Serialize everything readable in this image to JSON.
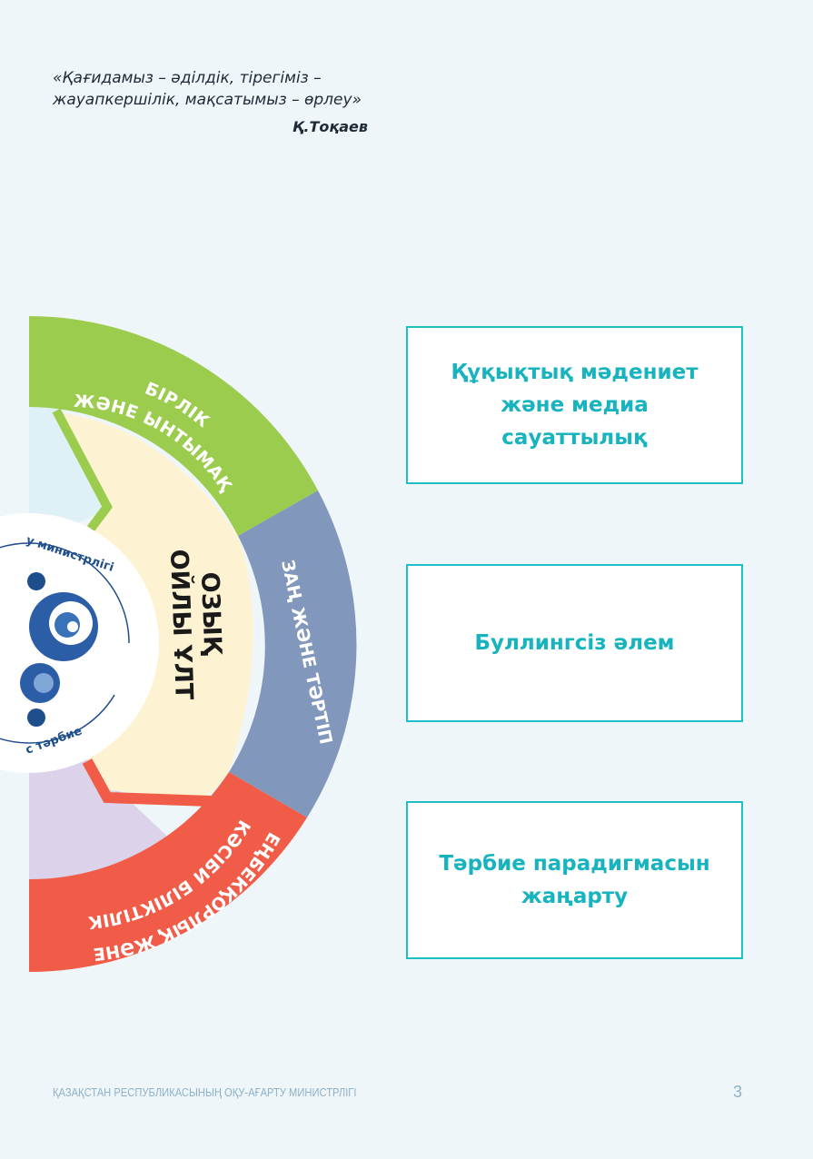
{
  "quote": {
    "line1": "«Қағидамыз  – әділдік, тірегіміз –",
    "line2": "жауапкершілік, мақсатымыз  – өрлеу»",
    "author": "Қ.Тоқаев"
  },
  "wheel": {
    "segment_top_label1": "БІРЛІК",
    "segment_top_label2": "ЖӘНЕ ЫНТЫМАҚ",
    "segment_right_label": "ЗАҢ ЖӘНЕ ТӘРТІП",
    "segment_bottom_label1": "ЕҢБЕКҚОРЛЫҚ ЖӘНЕ",
    "segment_bottom_label2": "КӘСІБИ БІЛІКТІЛІК",
    "center_label1": "ОЗЫҚ",
    "center_label2": "ОЙЛЫ ҰЛТ",
    "logo_text_top": "у министрлігі",
    "logo_text_bottom": "с тәрбие",
    "colors": {
      "green": "#9ccc4e",
      "slate": "#8197bb",
      "red": "#f15c48",
      "cream": "#fdf3d2",
      "light_blue": "#dff1f6",
      "lavender": "#dcd3ea",
      "logo_blue": "#1f4e8c"
    }
  },
  "boxes": [
    {
      "text": "Құқықтық мәдениет\nжәне медиа\nсауаттылық"
    },
    {
      "text": "Буллингсіз әлем"
    },
    {
      "text": "Тәрбие парадигмасын\nжаңарту"
    }
  ],
  "footer": {
    "org": "ҚАЗАҚСТАН РЕСПУБЛИКАСЫНЫҢ ОҚУ-АҒАРТУ МИНИСТРЛІГІ",
    "page": "3"
  }
}
